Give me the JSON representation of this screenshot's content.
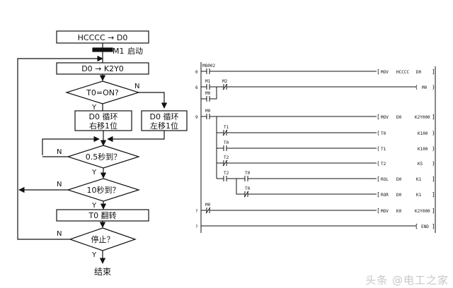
{
  "flowchart": {
    "box_mov": "HCCCC → D0",
    "label_m1": "M1",
    "label_start": "启动",
    "box_mov2": "D0 → K2Y0",
    "dec_t0": "T0=ON?",
    "n_label": "N",
    "y_label": "Y",
    "box_right1": "D0 循环",
    "box_right2": "右移1位",
    "box_left1": "D0 循环",
    "box_left2": "左移1位",
    "dec_half": "0.5秒到？",
    "dec_ten": "10秒到？",
    "box_toggle": "T0 翻转",
    "dec_stop": "停止？",
    "end_label": "结束"
  },
  "ladder": {
    "rungs": [
      {
        "step": "0",
        "contacts": [
          "M8002"
        ],
        "instr": [
          "MOV",
          "HCCCC",
          "D0"
        ]
      },
      {
        "step": "6",
        "contacts": [
          "M1",
          "M2"
        ],
        "parallel": [
          "M0"
        ],
        "coil": "M0"
      },
      {
        "step": "9",
        "contacts": [
          "M0"
        ],
        "instr": [
          "MOV",
          "D0",
          "K2Y000"
        ]
      },
      {
        "branch_contact": "T1",
        "coil": "T0",
        "value": "K100"
      },
      {
        "branch_contact": "T0",
        "coil": "T1",
        "value": "K100"
      },
      {
        "branch_contact": "T2",
        "coil": "T2",
        "value": "K5"
      },
      {
        "branch_contact": "T2",
        "contact2": "T0",
        "instr": [
          "ROL",
          "D0",
          "K1"
        ]
      },
      {
        "contact2": "T0",
        "instr": [
          "ROR",
          "D0",
          "K1"
        ]
      },
      {
        "step": "?",
        "contacts": [
          "M0"
        ],
        "instr": [
          "MOV",
          "K0",
          "K2Y000"
        ]
      },
      {
        "step": "?",
        "end": "END"
      }
    ]
  },
  "watermark": "头条 @电工之家"
}
